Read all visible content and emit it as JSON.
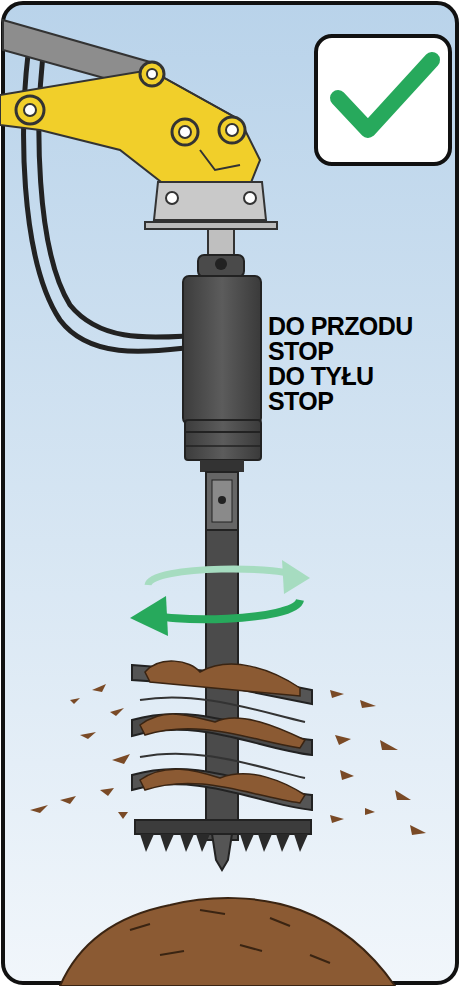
{
  "diagram": {
    "labels": [
      "DO PRZODU",
      "STOP",
      "DO TYŁU",
      "STOP"
    ]
  }
}
